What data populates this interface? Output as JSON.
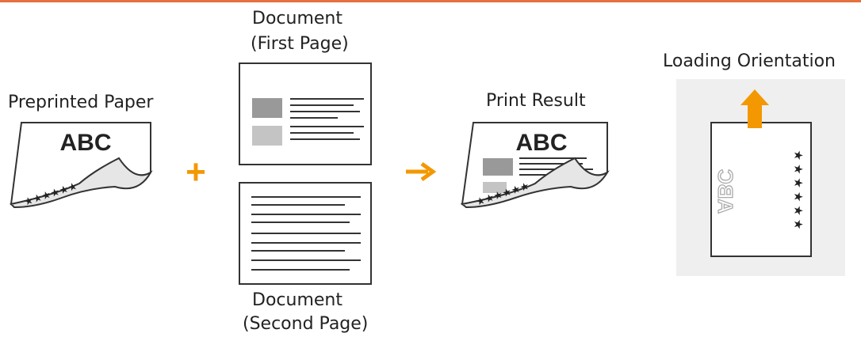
{
  "header": {
    "accent_color": "#e4713f"
  },
  "preprinted": {
    "label": "Preprinted Paper",
    "sheet_text": "ABC",
    "marks": "★★★★★★"
  },
  "document_first": {
    "label_line1": "Document",
    "label_line2": "(First Page)"
  },
  "document_second": {
    "label_line1": "Document",
    "label_line2": "(Second Page)"
  },
  "operators": {
    "plus": "+",
    "arrow": "➔",
    "color": "#f39800"
  },
  "print_result": {
    "label": "Print Result",
    "sheet_text": "ABC",
    "marks": "★★★★★★"
  },
  "loading": {
    "label": "Loading Orientation",
    "sheet_text": "ABC",
    "marks": "★★★★★★",
    "arrow_icon": "up-arrow-icon"
  }
}
